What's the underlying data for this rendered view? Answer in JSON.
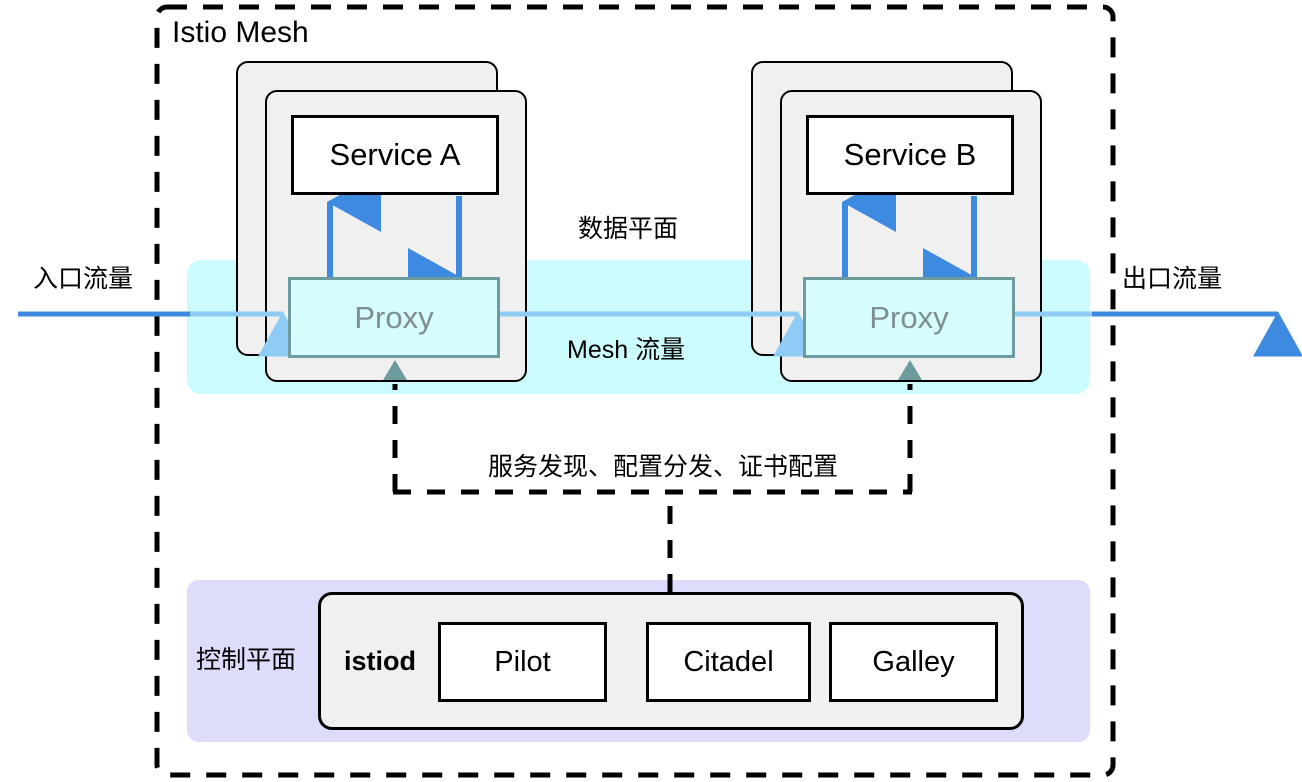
{
  "diagram": {
    "title": "Istio Mesh",
    "data_plane_label": "数据平面",
    "mesh_traffic_label": "Mesh 流量",
    "ingress_label": "入口流量",
    "egress_label": "出口流量",
    "control_plane_label": "控制平面",
    "xds_label": "服务发现、配置分发、证书配置"
  },
  "workloads": [
    {
      "id": "pod-a",
      "service_label": "Service A",
      "proxy_label": "Proxy"
    },
    {
      "id": "pod-b",
      "service_label": "Service B",
      "proxy_label": "Proxy"
    }
  ],
  "control_plane": {
    "istiod_label": "istiod",
    "components": [
      {
        "label": "Pilot"
      },
      {
        "label": "Citadel"
      },
      {
        "label": "Galley"
      }
    ]
  },
  "colors": {
    "mesh_border": "#000000",
    "data_plane_band": "#ccfbfd",
    "control_plane_band": "#dddcfb",
    "pod_fill": "#f0f0f0",
    "proxy_fill": "#d7fcfd",
    "proxy_border": "#6e9b9d",
    "proxy_text": "#7d8f90",
    "traffic_blue": "#3d8ae0",
    "traffic_blue_light": "#8ecbf5",
    "arrow_blue": "#4a90e8",
    "config_line": "#000000"
  }
}
